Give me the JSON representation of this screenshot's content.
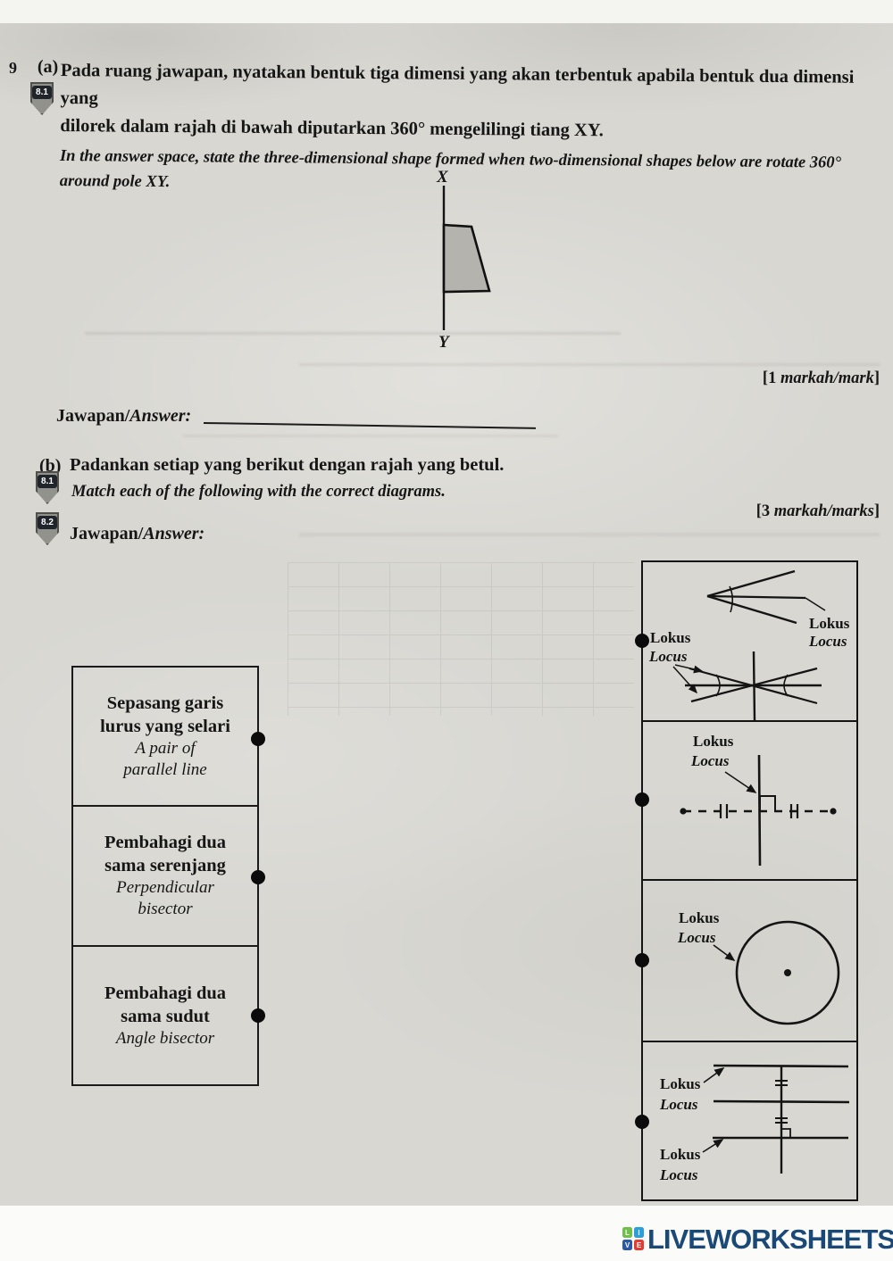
{
  "question_number": "9",
  "badge_a": "8.1",
  "badge_b1": "8.1",
  "badge_b2": "8.2",
  "part_a": {
    "label": "(a)",
    "ms_lines": [
      "Pada ruang jawapan, nyatakan bentuk tiga dimensi yang akan terbentuk apabila bentuk dua dimensi yang",
      "dilorek dalam rajah di bawah diputarkan 360° mengelilingi tiang XY."
    ],
    "en_lines": [
      "In the answer space, state the three-dimensional shape formed when two-dimensional shapes below are rotate 360°",
      "around pole XY."
    ],
    "pole_top_label": "X",
    "pole_bottom_label": "Y",
    "marks_open": "[1 ",
    "marks_word": "markah/mark",
    "marks_close": "]",
    "answer_prefix": "Jawapan/",
    "answer_word": "Answer:"
  },
  "part_b": {
    "label": "(b)",
    "ms_text": "Padankan setiap yang berikut dengan rajah yang betul.",
    "en_text": "Match each of the following with the correct diagrams.",
    "marks_open": "[3 ",
    "marks_word": "markah/marks",
    "marks_close": "]",
    "answer_prefix": "Jawapan/",
    "answer_word": "Answer:",
    "match_items": [
      {
        "ms": [
          "Sepasang garis",
          "lurus yang selari"
        ],
        "en": [
          "A pair of",
          "parallel line"
        ]
      },
      {
        "ms": [
          "Pembahagi dua",
          "sama serenjang"
        ],
        "en": [
          "Perpendicular",
          "bisector"
        ]
      },
      {
        "ms": [
          "Pembahagi dua",
          "sama sudut"
        ],
        "en": [
          "Angle bisector"
        ]
      }
    ],
    "lokus": "Lokus",
    "locus": "Locus"
  },
  "footer": {
    "brand": "LIVEWORKSHEETS",
    "grid_letters": [
      "L",
      "I",
      "V",
      "E"
    ],
    "colors": {
      "navy": "#1b4977",
      "green": "#6fbf4a",
      "blue": "#2b9fd9",
      "dark_blue": "#2b57a5",
      "red": "#e03c31"
    }
  }
}
